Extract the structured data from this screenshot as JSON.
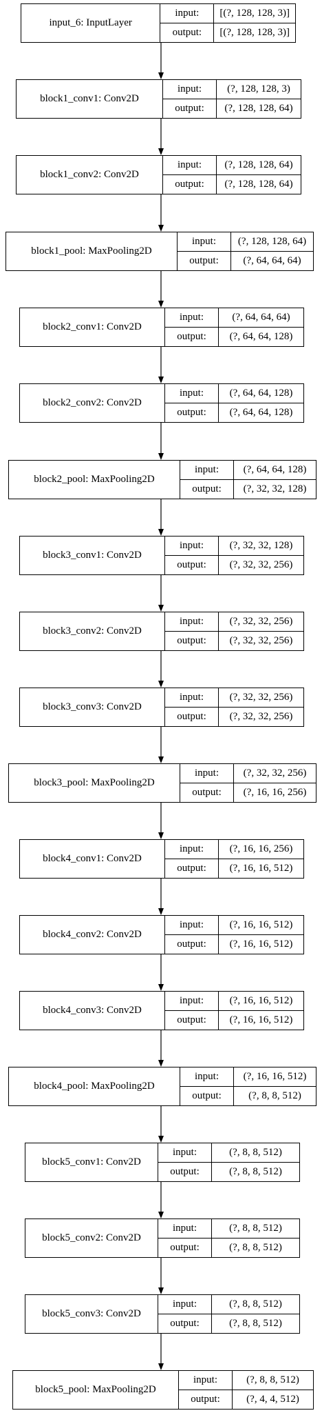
{
  "diagram": {
    "type": "keras-model-graph",
    "layers": [
      {
        "name": "input_6: InputLayer",
        "input_label": "input:",
        "input": "[(?, 128, 128, 3)]",
        "output_label": "output:",
        "output": "[(?, 128, 128, 3)]"
      },
      {
        "name": "block1_conv1: Conv2D",
        "input_label": "input:",
        "input": "(?, 128, 128, 3)",
        "output_label": "output:",
        "output": "(?, 128, 128, 64)"
      },
      {
        "name": "block1_conv2: Conv2D",
        "input_label": "input:",
        "input": "(?, 128, 128, 64)",
        "output_label": "output:",
        "output": "(?, 128, 128, 64)"
      },
      {
        "name": "block1_pool: MaxPooling2D",
        "input_label": "input:",
        "input": "(?, 128, 128, 64)",
        "output_label": "output:",
        "output": "(?, 64, 64, 64)"
      },
      {
        "name": "block2_conv1: Conv2D",
        "input_label": "input:",
        "input": "(?, 64, 64, 64)",
        "output_label": "output:",
        "output": "(?, 64, 64, 128)"
      },
      {
        "name": "block2_conv2: Conv2D",
        "input_label": "input:",
        "input": "(?, 64, 64, 128)",
        "output_label": "output:",
        "output": "(?, 64, 64, 128)"
      },
      {
        "name": "block2_pool: MaxPooling2D",
        "input_label": "input:",
        "input": "(?, 64, 64, 128)",
        "output_label": "output:",
        "output": "(?, 32, 32, 128)"
      },
      {
        "name": "block3_conv1: Conv2D",
        "input_label": "input:",
        "input": "(?, 32, 32, 128)",
        "output_label": "output:",
        "output": "(?, 32, 32, 256)"
      },
      {
        "name": "block3_conv2: Conv2D",
        "input_label": "input:",
        "input": "(?, 32, 32, 256)",
        "output_label": "output:",
        "output": "(?, 32, 32, 256)"
      },
      {
        "name": "block3_conv3: Conv2D",
        "input_label": "input:",
        "input": "(?, 32, 32, 256)",
        "output_label": "output:",
        "output": "(?, 32, 32, 256)"
      },
      {
        "name": "block3_pool: MaxPooling2D",
        "input_label": "input:",
        "input": "(?, 32, 32, 256)",
        "output_label": "output:",
        "output": "(?, 16, 16, 256)"
      },
      {
        "name": "block4_conv1: Conv2D",
        "input_label": "input:",
        "input": "(?, 16, 16, 256)",
        "output_label": "output:",
        "output": "(?, 16, 16, 512)"
      },
      {
        "name": "block4_conv2: Conv2D",
        "input_label": "input:",
        "input": "(?, 16, 16, 512)",
        "output_label": "output:",
        "output": "(?, 16, 16, 512)"
      },
      {
        "name": "block4_conv3: Conv2D",
        "input_label": "input:",
        "input": "(?, 16, 16, 512)",
        "output_label": "output:",
        "output": "(?, 16, 16, 512)"
      },
      {
        "name": "block4_pool: MaxPooling2D",
        "input_label": "input:",
        "input": "(?, 16, 16, 512)",
        "output_label": "output:",
        "output": "(?, 8, 8, 512)"
      },
      {
        "name": "block5_conv1: Conv2D",
        "input_label": "input:",
        "input": "(?, 8, 8, 512)",
        "output_label": "output:",
        "output": "(?, 8, 8, 512)"
      },
      {
        "name": "block5_conv2: Conv2D",
        "input_label": "input:",
        "input": "(?, 8, 8, 512)",
        "output_label": "output:",
        "output": "(?, 8, 8, 512)"
      },
      {
        "name": "block5_conv3: Conv2D",
        "input_label": "input:",
        "input": "(?, 8, 8, 512)",
        "output_label": "output:",
        "output": "(?, 8, 8, 512)"
      },
      {
        "name": "block5_pool: MaxPooling2D",
        "input_label": "input:",
        "input": "(?, 8, 8, 512)",
        "output_label": "output:",
        "output": "(?, 4, 4, 512)"
      }
    ],
    "colors": {
      "line": "#000000",
      "background": "#ffffff"
    }
  }
}
